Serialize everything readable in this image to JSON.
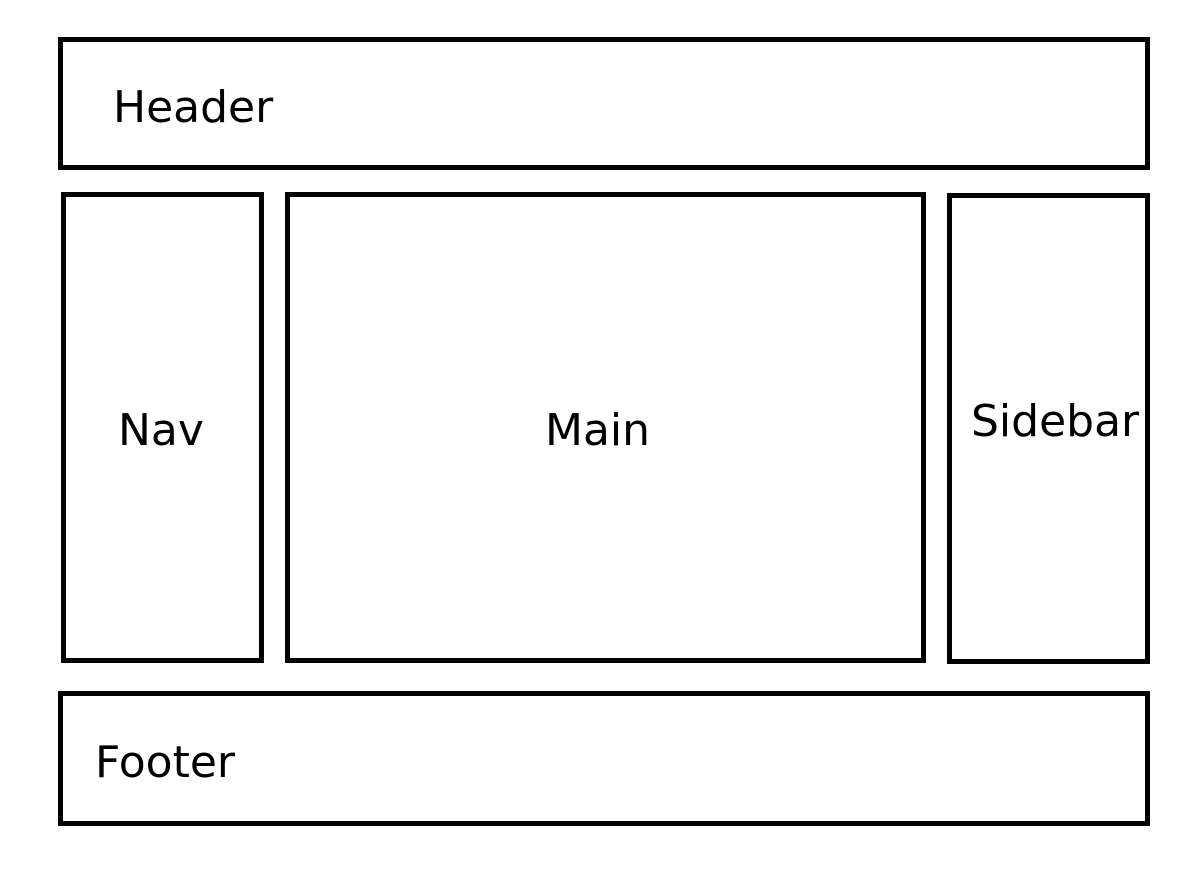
{
  "colors": {
    "stroke": "#000000",
    "fill": "#ffffff",
    "text": "#000000"
  },
  "layout": {
    "header": {
      "label": "Header"
    },
    "nav": {
      "label": "Nav"
    },
    "main": {
      "label": "Main"
    },
    "sidebar": {
      "label": "Sidebar"
    },
    "footer": {
      "label": "Footer"
    }
  }
}
